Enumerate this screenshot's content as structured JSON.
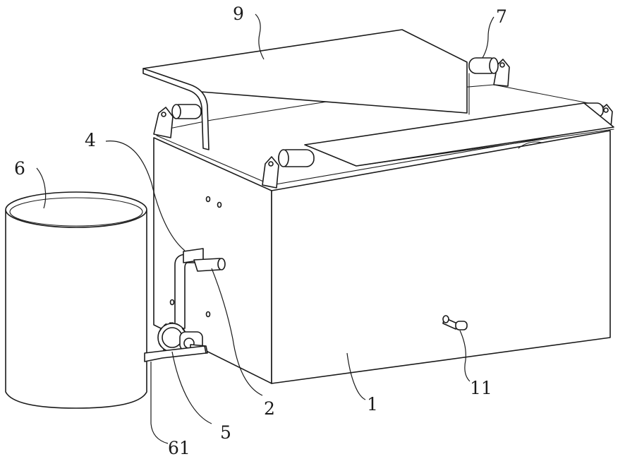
{
  "labels": {
    "tank": "1",
    "pipe_outlet": "2",
    "pipe": "4",
    "pump": "5",
    "bucket": "6",
    "bucket_pipe": "61",
    "roller": "7",
    "cover_sheet": "9",
    "nozzle": "11"
  }
}
